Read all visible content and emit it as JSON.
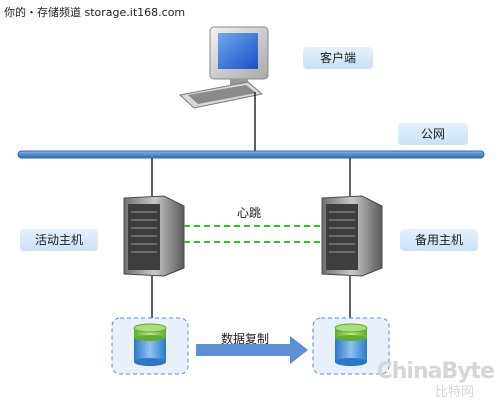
{
  "header": {
    "watermark": "你的・存储频道 storage.it168.com"
  },
  "nodes": {
    "client": "客户端",
    "network": "公网",
    "active_host": "活动主机",
    "standby_host": "备用主机"
  },
  "edges": {
    "heartbeat": "心跳",
    "replication": "数据复制"
  },
  "branding": {
    "logo": "ChinaByte",
    "sub": "比特网"
  },
  "colors": {
    "network_line": "#3a78c2",
    "heartbeat": "#38c02a",
    "arrow": "#5c8fd3",
    "db_top": "#7cc24a",
    "db_body": "#3b8ad6"
  }
}
